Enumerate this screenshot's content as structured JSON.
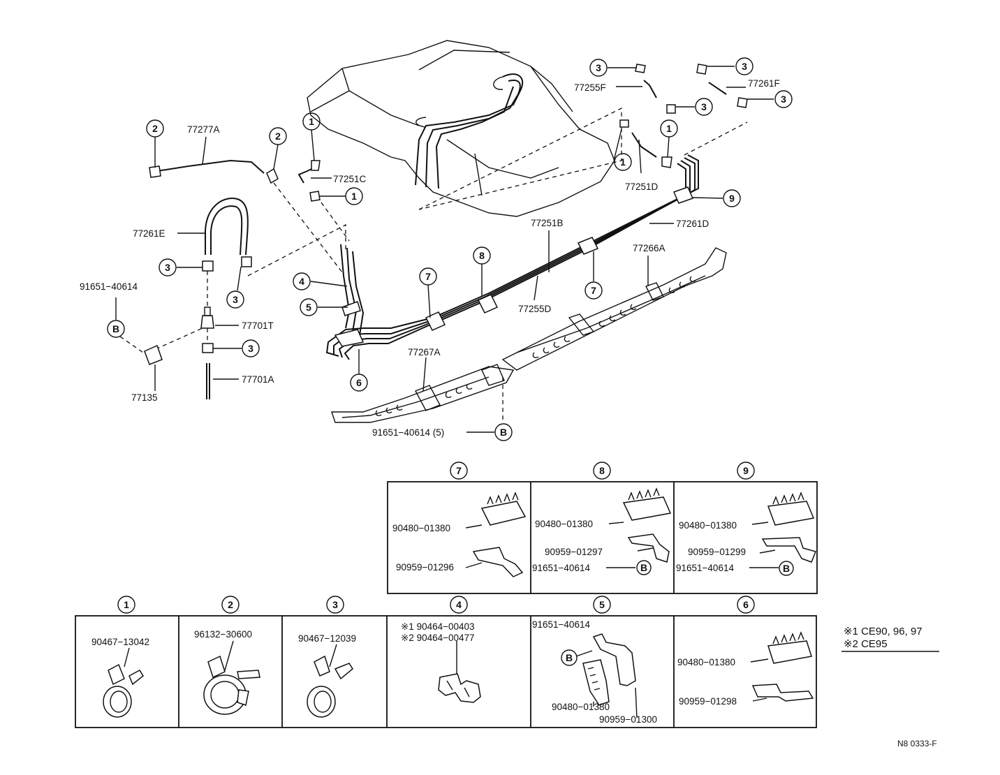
{
  "callouts": {
    "c1": "1",
    "c2": "2",
    "c3": "3",
    "c4": "4",
    "c5": "5",
    "c6": "6",
    "c7": "7",
    "c8": "8",
    "c9": "9",
    "cB": "B"
  },
  "labels": {
    "p77277A": "77277A",
    "p77251C": "77251C",
    "p77261E": "77261E",
    "p91651_40614": "91651−40614",
    "p77701T": "77701T",
    "p77701A": "77701A",
    "p77135": "77135",
    "p77255F": "77255F",
    "p77261F": "77261F",
    "p77251D": "77251D",
    "p77251B": "77251B",
    "p77261D": "77261D",
    "p77266A": "77266A",
    "p77255D": "77255D",
    "p77267A": "77267A",
    "p91651_40614_5": "91651−40614 (5)"
  },
  "detail_boxes": {
    "box7": {
      "a": "90480−01380",
      "b": "90959−01296"
    },
    "box8": {
      "a": "90480−01380",
      "b": "90959−01297",
      "c": "91651−40614"
    },
    "box9": {
      "a": "90480−01380",
      "b": "90959−01299",
      "c": "91651−40614"
    },
    "box1": {
      "a": "90467−13042"
    },
    "box2": {
      "a": "96132−30600"
    },
    "box3": {
      "a": "90467−12039"
    },
    "box4": {
      "a": "※1 90464−00403",
      "b": "※2 90464−00477"
    },
    "box5": {
      "a": "91651−40614",
      "b": "90480−01380",
      "c": "90959−01300"
    },
    "box6": {
      "a": "90480−01380",
      "b": "90959−01298"
    }
  },
  "notes": {
    "n1": "※1 CE90, 96, 97",
    "n2": "※2 CE95"
  },
  "diagram_code": "N8 0333-F"
}
